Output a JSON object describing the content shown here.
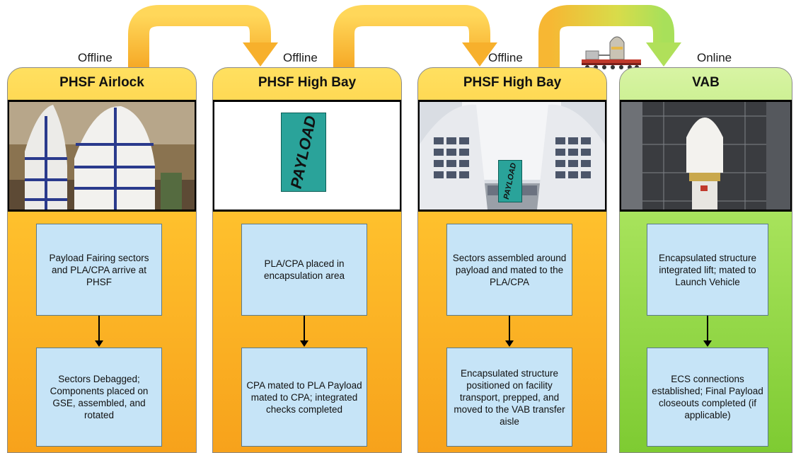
{
  "stages": [
    {
      "status": "Offline",
      "title": "PHSF Airlock",
      "photo": "fairing-sectors-photo",
      "step1": "Payload Fairing sectors and PLA/CPA arrive at PHSF",
      "step2": "Sectors Debagged; Components placed on GSE, assembled, and rotated"
    },
    {
      "status": "Offline",
      "title": "PHSF High Bay",
      "photo": "payload-graphic",
      "payload_label": "PAYLOAD",
      "step1": "PLA/CPA placed in encapsulation area",
      "step2": "CPA mated to PLA Payload mated to CPA; integrated checks completed"
    },
    {
      "status": "Offline",
      "title": "PHSF High Bay",
      "photo": "high-bay-photo",
      "payload_label": "PAYLOAD",
      "step1": "Sectors assembled around payload and mated to the PLA/CPA",
      "step2": "Encapsulated structure positioned on facility transport, prepped, and moved to the VAB transfer aisle"
    },
    {
      "status": "Online",
      "title": "VAB",
      "photo": "vab-photo",
      "step1": "Encapsulated structure integrated lift; mated to Launch Vehicle",
      "step2": "ECS connections established; Final Payload closeouts completed (if applicable)"
    }
  ],
  "colors": {
    "offline_column": "#ffc22e",
    "online_column": "#a6e25a",
    "step_box": "#c6e4f7",
    "payload": "#2aa39a",
    "arrow_orange": "#f9b632",
    "arrow_green": "#a8e05a"
  },
  "icons": {
    "transfer": "transport-vehicle-icon"
  }
}
